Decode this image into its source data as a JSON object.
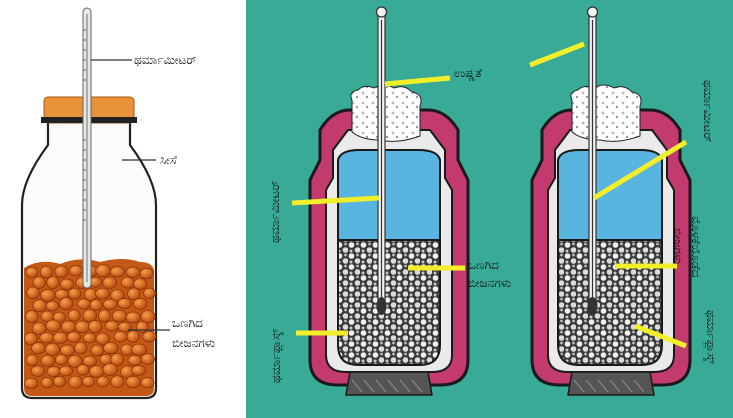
{
  "left_figure": {
    "labels": {
      "thermometer": "ಥರ್ಮಾಮೀಟರ್",
      "bottle": "ಸೀಸೆ",
      "seeds_line1": "ಒಣಗಿದ",
      "seeds_line2": "ಬೀಜನಗಳು"
    }
  },
  "right_figure": {
    "labels": {
      "heat": "ಉಷ್ಣತೆ",
      "seeds_line1": "ಒಣಗಿದ",
      "seeds_line2": "ಬೀಜನಗಳು",
      "thermometer_left": "ಥರ್ಮಾಮೀಟರ್",
      "thermos_flask_left": "ಥರ್ಮಾಫ್ಲಾಸ್ಕ್",
      "thermometer_right": "ಥರ್ಮಾಮೀಟರ್",
      "sprouted_seeds_line1": "ಮೊಳಕೆಯೊಡೆದ",
      "sprouted_seeds_line2": "ಬೀಜಗಳು",
      "thermos_flask_right": "ಥರ್ಮಾಫ್ಲಾಸ್ಕ್"
    }
  },
  "colors": {
    "background_right": "#38aa96",
    "flask_wall": "#c23a6e",
    "water": "#5ab4e0",
    "pointer_line": "#f2ee2a",
    "cork": "#e8933a",
    "seed": "#d4651c"
  }
}
